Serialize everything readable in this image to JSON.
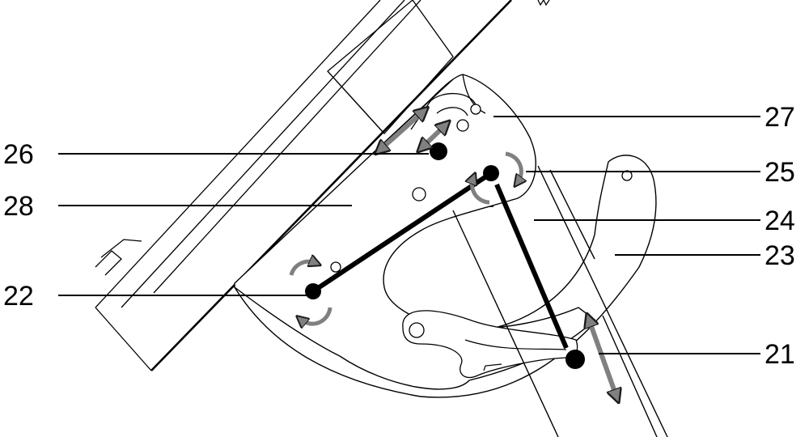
{
  "labels": {
    "l27": "27",
    "l26": "26",
    "l25": "25",
    "l28": "28",
    "l24": "24",
    "l23": "23",
    "l22": "22",
    "l21": "21"
  },
  "colors": {
    "line": "#000000",
    "arrow_fill": "#808080",
    "arrow_stroke": "#1a1a1a",
    "pivot": "#000000",
    "background": "#ffffff"
  },
  "icons": {
    "rotation": "rotation-arrow-icon",
    "translation": "double-headed-arrow-icon"
  }
}
